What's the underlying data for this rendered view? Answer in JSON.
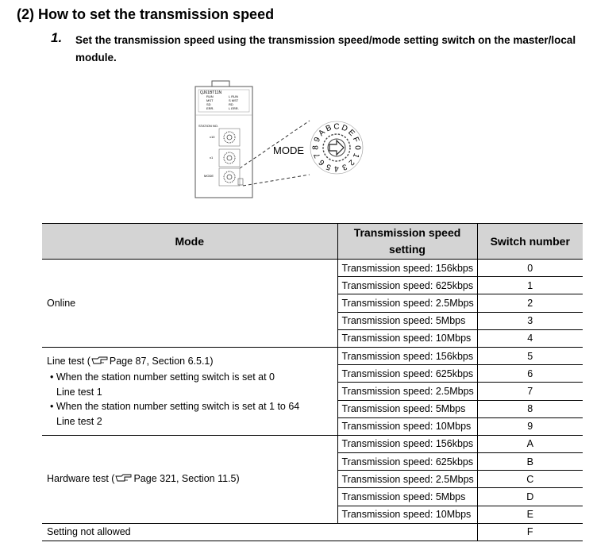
{
  "header": {
    "section_number": "(2)",
    "section_title": "How to set the transmission speed"
  },
  "step": {
    "number": "1.",
    "text": "Set the transmission speed using the transmission speed/mode setting switch on the master/local module."
  },
  "figure": {
    "mode_label": "MODE",
    "module_model": "QJ61BT11N",
    "led_left": [
      "RUN",
      "MST",
      "SD",
      "ERR."
    ],
    "led_right": [
      "L RUN",
      "S MST",
      "RD",
      "L ERR."
    ],
    "station_label": "STATION NO.",
    "x10_label": "x10",
    "x1_label": "x1",
    "mode_small_label": "MODE",
    "dial_chars": [
      "0",
      "1",
      "2",
      "3",
      "4",
      "5",
      "6",
      "7",
      "8",
      "9",
      "A",
      "B",
      "C",
      "D",
      "E",
      "F"
    ]
  },
  "table": {
    "headers": {
      "mode": "Mode",
      "speed": "Transmission speed setting",
      "switch": "Switch number"
    },
    "groups": [
      {
        "mode_lines": [
          "Online"
        ],
        "rows": [
          {
            "speed": "Transmission speed: 156kbps",
            "switch": "0"
          },
          {
            "speed": "Transmission speed: 625kbps",
            "switch": "1"
          },
          {
            "speed": "Transmission speed: 2.5Mbps",
            "switch": "2"
          },
          {
            "speed": "Transmission speed: 5Mbps",
            "switch": "3"
          },
          {
            "speed": "Transmission speed: 10Mbps",
            "switch": "4"
          }
        ]
      },
      {
        "mode_title": "Line test (",
        "mode_ref": "Page 87, Section 6.5.1)",
        "mode_bullets": [
          {
            "bullet": "• When the station number setting switch is set at 0",
            "sub": "Line test 1"
          },
          {
            "bullet": "• When the station number setting switch is set at 1 to 64",
            "sub": "Line test 2"
          }
        ],
        "rows": [
          {
            "speed": "Transmission speed: 156kbps",
            "switch": "5"
          },
          {
            "speed": "Transmission speed: 625kbps",
            "switch": "6"
          },
          {
            "speed": "Transmission speed: 2.5Mbps",
            "switch": "7"
          },
          {
            "speed": "Transmission speed: 5Mbps",
            "switch": "8"
          },
          {
            "speed": "Transmission speed: 10Mbps",
            "switch": "9"
          }
        ]
      },
      {
        "mode_title": "Hardware test (",
        "mode_ref": "Page 321, Section 11.5)",
        "rows": [
          {
            "speed": "Transmission speed: 156kbps",
            "switch": "A"
          },
          {
            "speed": "Transmission speed: 625kbps",
            "switch": "B"
          },
          {
            "speed": "Transmission speed: 2.5Mbps",
            "switch": "C"
          },
          {
            "speed": "Transmission speed: 5Mbps",
            "switch": "D"
          },
          {
            "speed": "Transmission speed: 10Mbps",
            "switch": "E"
          }
        ]
      }
    ],
    "last_row": {
      "mode": "Setting not allowed",
      "switch": "F"
    }
  }
}
